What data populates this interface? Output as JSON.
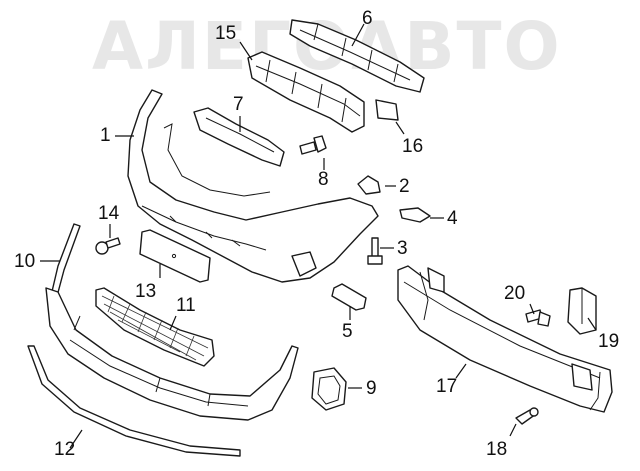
{
  "watermark": "АЛЕГОАВТО",
  "callouts": [
    {
      "id": "1",
      "label": "1"
    },
    {
      "id": "2",
      "label": "2"
    },
    {
      "id": "3",
      "label": "3"
    },
    {
      "id": "4",
      "label": "4"
    },
    {
      "id": "5",
      "label": "5"
    },
    {
      "id": "6",
      "label": "6"
    },
    {
      "id": "7",
      "label": "7"
    },
    {
      "id": "8",
      "label": "8"
    },
    {
      "id": "9",
      "label": "9"
    },
    {
      "id": "10",
      "label": "10"
    },
    {
      "id": "11",
      "label": "11"
    },
    {
      "id": "12",
      "label": "12"
    },
    {
      "id": "13",
      "label": "13"
    },
    {
      "id": "14",
      "label": "14"
    },
    {
      "id": "15",
      "label": "15"
    },
    {
      "id": "16",
      "label": "16"
    },
    {
      "id": "17",
      "label": "17"
    },
    {
      "id": "18",
      "label": "18"
    },
    {
      "id": "19",
      "label": "19"
    },
    {
      "id": "20",
      "label": "20"
    }
  ]
}
